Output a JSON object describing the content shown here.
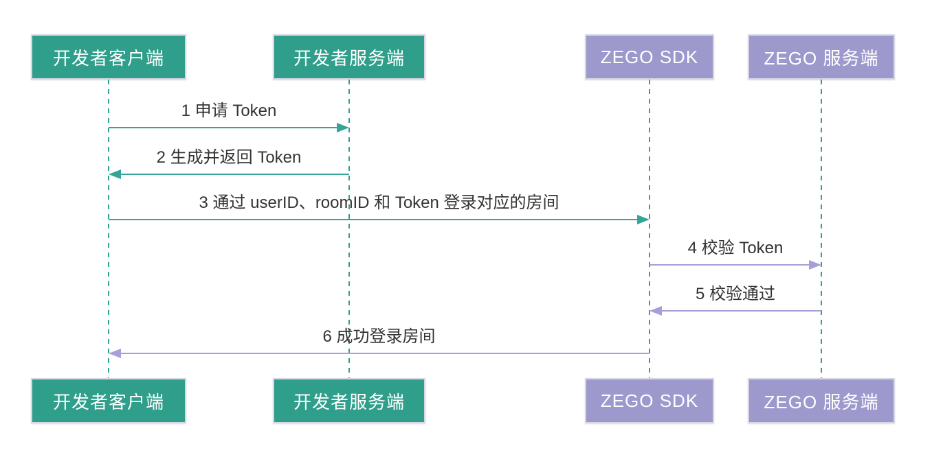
{
  "diagram": {
    "type": "sequence-diagram",
    "background": "#ffffff",
    "colors": {
      "actor_green_fill": "#2f9e8b",
      "actor_purple_fill": "#9d99cd",
      "actor_border": "#d7d7e3",
      "actor_text": "#ffffff",
      "teal_arrow": "#33a495",
      "purple_arrow": "#a5a0d8",
      "lifeline": "#2fa292",
      "label_text": "#333333"
    },
    "actors": [
      {
        "id": "dev-client",
        "label": "开发者客户端",
        "color": "green"
      },
      {
        "id": "dev-server",
        "label": "开发者服务端",
        "color": "green"
      },
      {
        "id": "zego-sdk",
        "label": "ZEGO SDK",
        "color": "purple"
      },
      {
        "id": "zego-server",
        "label": "ZEGO 服务端",
        "color": "purple"
      }
    ],
    "messages": [
      {
        "text": "1 申请 Token",
        "from": 0,
        "to": 1,
        "color": "teal"
      },
      {
        "text": "2 生成并返回 Token",
        "from": 1,
        "to": 0,
        "color": "teal"
      },
      {
        "text": "3 通过 userID、roomID 和 Token 登录对应的房间",
        "from": 0,
        "to": 2,
        "color": "teal"
      },
      {
        "text": "4 校验 Token",
        "from": 2,
        "to": 3,
        "color": "purple"
      },
      {
        "text": "5 校验通过",
        "from": 3,
        "to": 2,
        "color": "purple"
      },
      {
        "text": "6 成功登录房间",
        "from": 2,
        "to": 0,
        "color": "purple"
      }
    ]
  }
}
